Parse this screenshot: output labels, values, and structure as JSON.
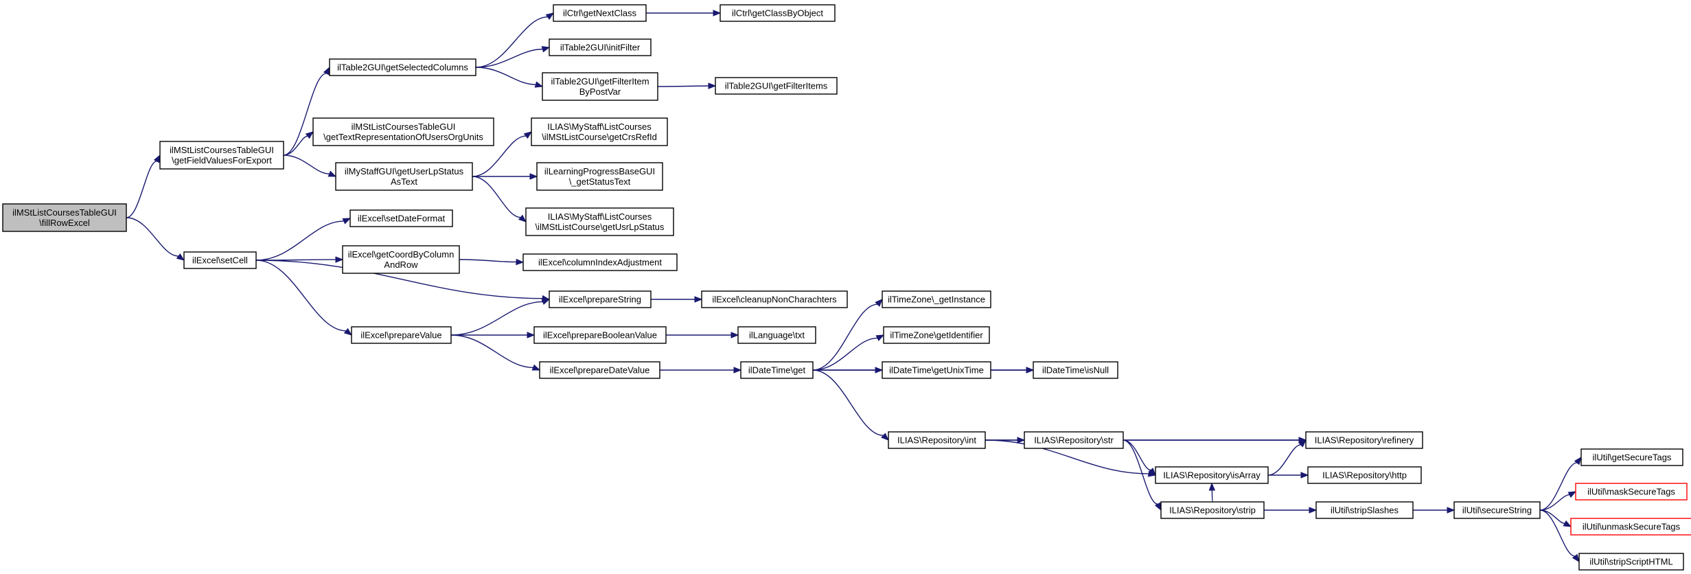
{
  "diagram": {
    "type": "call-graph",
    "colors": {
      "edge": "#191970",
      "root_fill": "#bfbfbf",
      "node_border": "#000000",
      "external_node_border": "#ff0000"
    },
    "nodes": [
      {
        "id": "fillRowExcel",
        "lines": [
          "ilMStListCoursesTableGUI",
          "\\fillRowExcel"
        ],
        "style": "root"
      },
      {
        "id": "getFieldValuesForExport",
        "lines": [
          "ilMStListCoursesTableGUI",
          "\\getFieldValuesForExport"
        ]
      },
      {
        "id": "setCell",
        "lines": [
          "ilExcel\\setCell"
        ]
      },
      {
        "id": "getSelectedColumns",
        "lines": [
          "ilTable2GUI\\getSelectedColumns"
        ]
      },
      {
        "id": "getTextRepOrgUnits",
        "lines": [
          "ilMStListCoursesTableGUI",
          "\\getTextRepresentationOfUsersOrgUnits"
        ]
      },
      {
        "id": "getUserLpStatusAsText",
        "lines": [
          "ilMyStaffGUI\\getUserLpStatus",
          "AsText"
        ]
      },
      {
        "id": "getNextClass",
        "lines": [
          "ilCtrl\\getNextClass"
        ]
      },
      {
        "id": "getClassByObject",
        "lines": [
          "ilCtrl\\getClassByObject"
        ]
      },
      {
        "id": "initFilter",
        "lines": [
          "ilTable2GUI\\initFilter"
        ]
      },
      {
        "id": "getFilterItemByPostVar",
        "lines": [
          "ilTable2GUI\\getFilterItem",
          "ByPostVar"
        ]
      },
      {
        "id": "getFilterItems",
        "lines": [
          "ilTable2GUI\\getFilterItems"
        ]
      },
      {
        "id": "getCrsRefId",
        "lines": [
          "ILIAS\\MyStaff\\ListCourses",
          "\\ilMStListCourse\\getCrsRefId"
        ]
      },
      {
        "id": "getStatusText",
        "lines": [
          "ilLearningProgressBaseGUI",
          "\\_getStatusText"
        ]
      },
      {
        "id": "getUsrLpStatus",
        "lines": [
          "ILIAS\\MyStaff\\ListCourses",
          "\\ilMStListCourse\\getUsrLpStatus"
        ]
      },
      {
        "id": "setDateFormat",
        "lines": [
          "ilExcel\\setDateFormat"
        ]
      },
      {
        "id": "getCoordByColumnAndRow",
        "lines": [
          "ilExcel\\getCoordByColumn",
          "AndRow"
        ]
      },
      {
        "id": "columnIndexAdjustment",
        "lines": [
          "ilExcel\\columnIndexAdjustment"
        ]
      },
      {
        "id": "prepareString",
        "lines": [
          "ilExcel\\prepareString"
        ]
      },
      {
        "id": "cleanupNonCharachters",
        "lines": [
          "ilExcel\\cleanupNonCharachters"
        ]
      },
      {
        "id": "prepareValue",
        "lines": [
          "ilExcel\\prepareValue"
        ]
      },
      {
        "id": "prepareBooleanValue",
        "lines": [
          "ilExcel\\prepareBooleanValue"
        ]
      },
      {
        "id": "languageTxt",
        "lines": [
          "ilLanguage\\txt"
        ]
      },
      {
        "id": "prepareDateValue",
        "lines": [
          "ilExcel\\prepareDateValue"
        ]
      },
      {
        "id": "dateTimeGet",
        "lines": [
          "ilDateTime\\get"
        ]
      },
      {
        "id": "tzGetInstance",
        "lines": [
          "ilTimeZone\\_getInstance"
        ]
      },
      {
        "id": "tzGetIdentifier",
        "lines": [
          "ilTimeZone\\getIdentifier"
        ]
      },
      {
        "id": "getUnixTime",
        "lines": [
          "ilDateTime\\getUnixTime"
        ]
      },
      {
        "id": "isNull",
        "lines": [
          "ilDateTime\\isNull"
        ]
      },
      {
        "id": "repoInt",
        "lines": [
          "ILIAS\\Repository\\int"
        ]
      },
      {
        "id": "repoStr",
        "lines": [
          "ILIAS\\Repository\\str"
        ]
      },
      {
        "id": "refinery",
        "lines": [
          "ILIAS\\Repository\\refinery"
        ]
      },
      {
        "id": "isArray",
        "lines": [
          "ILIAS\\Repository\\isArray"
        ]
      },
      {
        "id": "http",
        "lines": [
          "ILIAS\\Repository\\http"
        ]
      },
      {
        "id": "repoStrip",
        "lines": [
          "ILIAS\\Repository\\strip"
        ]
      },
      {
        "id": "stripSlashes",
        "lines": [
          "ilUtil\\stripSlashes"
        ]
      },
      {
        "id": "secureString",
        "lines": [
          "ilUtil\\secureString"
        ]
      },
      {
        "id": "getSecureTags",
        "lines": [
          "ilUtil\\getSecureTags"
        ]
      },
      {
        "id": "maskSecureTags",
        "lines": [
          "ilUtil\\maskSecureTags"
        ],
        "style": "red"
      },
      {
        "id": "unmaskSecureTags",
        "lines": [
          "ilUtil\\unmaskSecureTags"
        ],
        "style": "red"
      },
      {
        "id": "stripScriptHTML",
        "lines": [
          "ilUtil\\stripScriptHTML"
        ]
      }
    ],
    "edges": [
      [
        "fillRowExcel",
        "getFieldValuesForExport"
      ],
      [
        "fillRowExcel",
        "setCell"
      ],
      [
        "getFieldValuesForExport",
        "getSelectedColumns"
      ],
      [
        "getFieldValuesForExport",
        "getTextRepOrgUnits"
      ],
      [
        "getFieldValuesForExport",
        "getUserLpStatusAsText"
      ],
      [
        "getSelectedColumns",
        "getNextClass"
      ],
      [
        "getSelectedColumns",
        "initFilter"
      ],
      [
        "getSelectedColumns",
        "getFilterItemByPostVar"
      ],
      [
        "getNextClass",
        "getClassByObject"
      ],
      [
        "getFilterItemByPostVar",
        "getFilterItems"
      ],
      [
        "getUserLpStatusAsText",
        "getCrsRefId"
      ],
      [
        "getUserLpStatusAsText",
        "getStatusText"
      ],
      [
        "getUserLpStatusAsText",
        "getUsrLpStatus"
      ],
      [
        "setCell",
        "setDateFormat"
      ],
      [
        "setCell",
        "getCoordByColumnAndRow"
      ],
      [
        "setCell",
        "prepareString"
      ],
      [
        "setCell",
        "prepareValue"
      ],
      [
        "getCoordByColumnAndRow",
        "columnIndexAdjustment"
      ],
      [
        "prepareString",
        "cleanupNonCharachters"
      ],
      [
        "prepareValue",
        "prepareString"
      ],
      [
        "prepareValue",
        "prepareBooleanValue"
      ],
      [
        "prepareValue",
        "prepareDateValue"
      ],
      [
        "prepareBooleanValue",
        "languageTxt"
      ],
      [
        "prepareDateValue",
        "dateTimeGet"
      ],
      [
        "dateTimeGet",
        "tzGetInstance"
      ],
      [
        "dateTimeGet",
        "tzGetIdentifier"
      ],
      [
        "dateTimeGet",
        "getUnixTime"
      ],
      [
        "dateTimeGet",
        "isNull"
      ],
      [
        "dateTimeGet",
        "repoInt"
      ],
      [
        "getUnixTime",
        "isNull"
      ],
      [
        "repoInt",
        "refinery"
      ],
      [
        "repoInt",
        "repoStr"
      ],
      [
        "repoInt",
        "isArray"
      ],
      [
        "repoStr",
        "refinery"
      ],
      [
        "repoStr",
        "isArray"
      ],
      [
        "repoStr",
        "repoStrip"
      ],
      [
        "isArray",
        "refinery"
      ],
      [
        "isArray",
        "http"
      ],
      [
        "repoStrip",
        "isArray"
      ],
      [
        "repoStrip",
        "stripSlashes"
      ],
      [
        "stripSlashes",
        "secureString"
      ],
      [
        "secureString",
        "getSecureTags"
      ],
      [
        "secureString",
        "maskSecureTags"
      ],
      [
        "secureString",
        "unmaskSecureTags"
      ],
      [
        "secureString",
        "stripScriptHTML"
      ]
    ]
  }
}
